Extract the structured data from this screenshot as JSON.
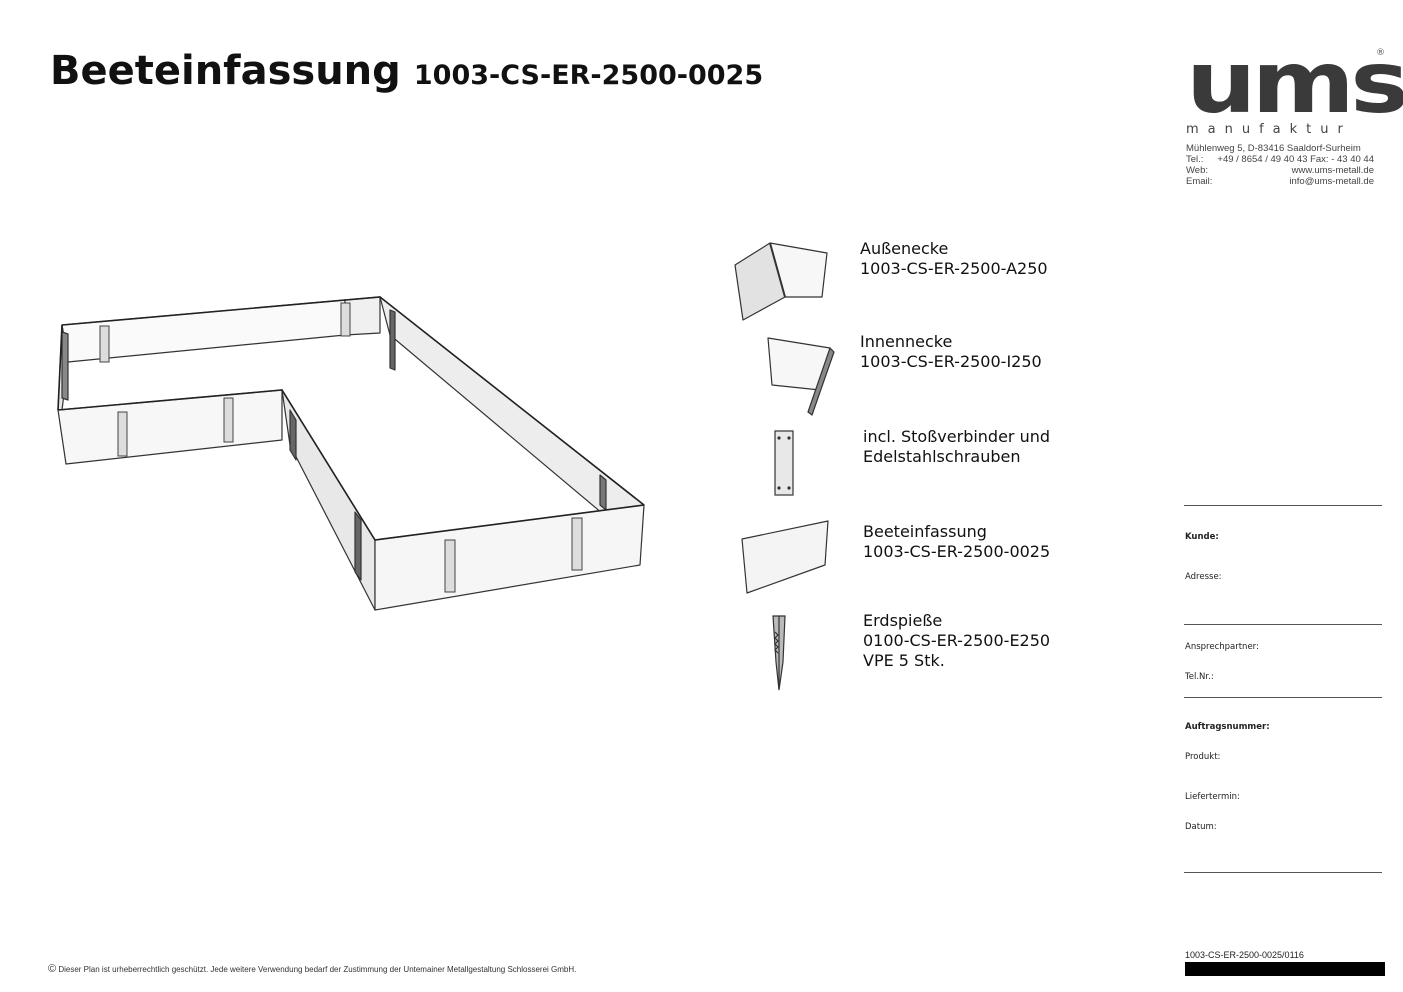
{
  "title": {
    "main": "Beeteinfassung",
    "code": "1003-CS-ER-2500-0025"
  },
  "logo": {
    "brand": "ums",
    "registered": "®",
    "subtitle": "manufaktur",
    "address": "Mühlenweg 5, D-83416 Saaldorf-Surheim",
    "phone_label": "Tel.:",
    "phone_value": "+49 / 8654 / 49 40 43 Fax: - 43 40 44",
    "web_label": "Web:",
    "web_value": "www.ums-metall.de",
    "email_label": "Email:",
    "email_value": "info@ums-metall.de"
  },
  "parts": [
    {
      "icon": "outer-corner-icon",
      "line1": "Außenecke",
      "line2": "1003-CS-ER-2500-A250",
      "line3": ""
    },
    {
      "icon": "inner-corner-icon",
      "line1": "Innennecke",
      "line2": "1003-CS-ER-2500-I250",
      "line3": ""
    },
    {
      "icon": "connector-plate-icon",
      "line1": "incl. Stoßverbinder und",
      "line2": "Edelstahlschrauben",
      "line3": ""
    },
    {
      "icon": "edging-panel-icon",
      "line1": "Beeteinfassung",
      "line2": "1003-CS-ER-2500-0025",
      "line3": ""
    },
    {
      "icon": "ground-spike-icon",
      "line1": "Erdspieße",
      "line2": "0100-CS-ER-2500-E250",
      "line3": "VPE 5 Stk."
    }
  ],
  "form": {
    "kunde": "Kunde:",
    "adresse": "Adresse:",
    "ansprechpartner": "Ansprechpartner:",
    "telnr": "Tel.Nr.:",
    "auftragsnummer": "Auftragsnummer:",
    "produkt": "Produkt:",
    "liefertermin": "Liefertermin:",
    "datum": "Datum:"
  },
  "doc_number": "1003-CS-ER-2500-0025/0116",
  "copyright": {
    "symbol": "©",
    "text": "Dieser Plan ist urheberrechtlich geschützt. Jede weitere Verwendung bedarf der Zustimmung der Untemainer Metallgestaltung Schlosserei GmbH."
  },
  "colors": {
    "panel_fill": "#f4f4f4",
    "panel_dark": "#555555",
    "line": "#333333"
  }
}
